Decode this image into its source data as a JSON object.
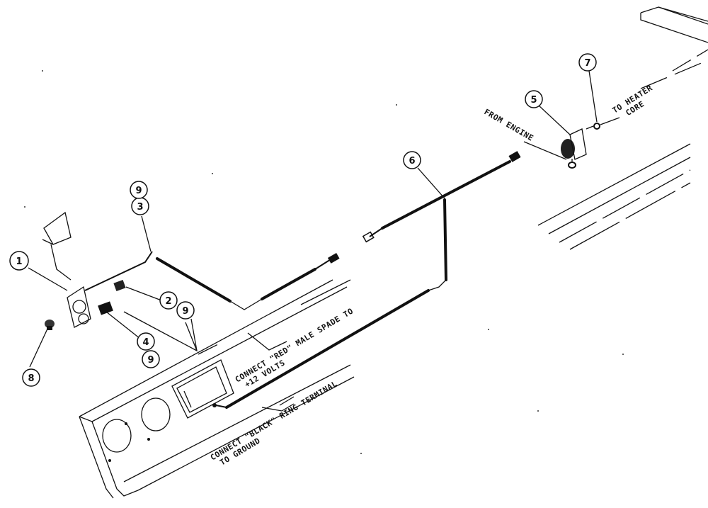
{
  "callouts": [
    {
      "id": "c1",
      "num": "1"
    },
    {
      "id": "c2",
      "num": "2"
    },
    {
      "id": "c3",
      "num": "3"
    },
    {
      "id": "c4",
      "num": "4"
    },
    {
      "id": "c5",
      "num": "5"
    },
    {
      "id": "c6",
      "num": "6"
    },
    {
      "id": "c7",
      "num": "7"
    },
    {
      "id": "c8",
      "num": "8"
    },
    {
      "id": "c9a",
      "num": "9"
    },
    {
      "id": "c9b",
      "num": "9"
    },
    {
      "id": "c9c",
      "num": "9"
    }
  ],
  "notes": {
    "to_heater_line1": "TO HEATER",
    "to_heater_line2": "CORE",
    "from_engine": "FROM ENGINE",
    "red_line1": "CONNECT \"RED\" MALE SPADE TO",
    "red_line2": "+12 VOLTS",
    "black_line1": "CONNECT \"BLACK\" RING TERMINAL",
    "black_line2": "TO GROUND"
  }
}
